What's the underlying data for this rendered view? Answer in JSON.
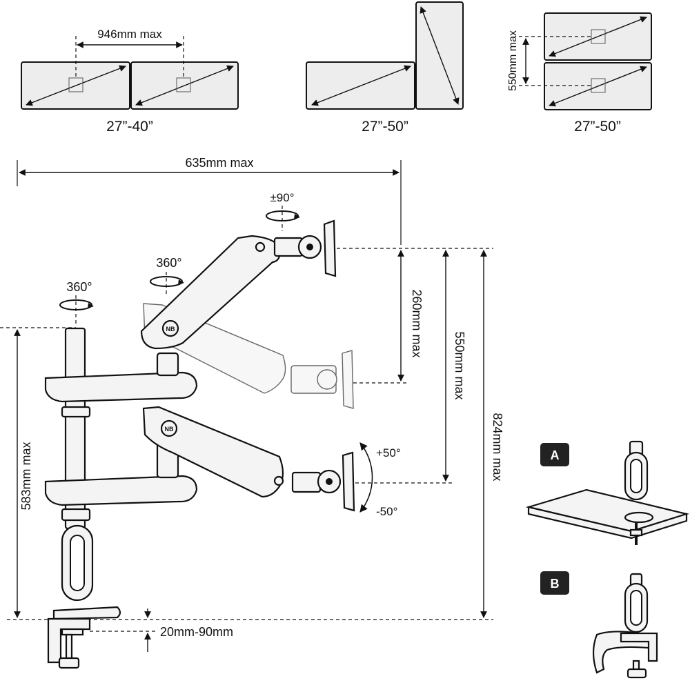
{
  "configs": {
    "side_by_side": {
      "gap_label": "946mm max",
      "size_label": "27”-40”"
    },
    "landscape_portrait": {
      "size_label": "27”-50”"
    },
    "stacked": {
      "gap_label": "550mm max",
      "size_label": "27”-50”"
    }
  },
  "dimensions": {
    "reach": "635mm max",
    "upper_arm_travel": "260mm max",
    "lower_to_top": "550mm max",
    "total_height": "824mm max",
    "pole_height": "583mm max",
    "desk_thickness": "20mm-90mm"
  },
  "rotation": {
    "pole": "360°",
    "arm": "360°",
    "head": "±90°",
    "tilt_up": "+50°",
    "tilt_down": "-50°"
  },
  "badges": {
    "logo": "NB",
    "mount_a": "A",
    "mount_b": "B"
  },
  "colors": {
    "line": "#111111",
    "panel": "#ededed",
    "badge": "#222222"
  }
}
